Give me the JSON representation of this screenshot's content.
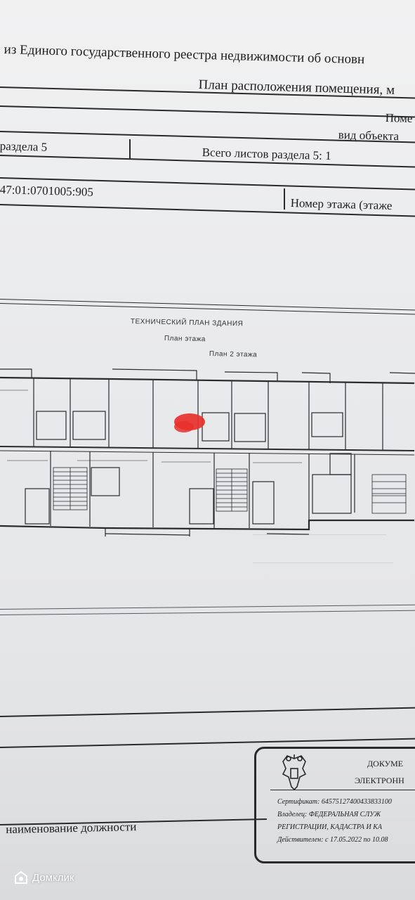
{
  "document": {
    "header_line1": "из Единого государственного реестра недвижимости об основн",
    "header_line2": "План расположения помещения, м",
    "header_cell_right1": "Поме",
    "header_cell_right2": "вид объекта",
    "section_label": "раздела 5",
    "total_sheets": "Всего листов раздела 5: 1",
    "cadastral_number": "47:01:0701005:905",
    "floor_number_label": "Номер этажа (этаже",
    "plan_title": "ТЕХНИЧЕСКИЙ ПЛАН ЗДАНИЯ",
    "plan_subtitle": "План этажа",
    "plan_floor": "План 2 этажа",
    "position_label": "наименование должности"
  },
  "stamp": {
    "line1": "ДОКУМЕ",
    "line2": "ЭЛЕКТРОНН",
    "certificate": "Сертификат: 64575127400433833100",
    "owner": "Владелец: ФЕДЕРАЛЬНАЯ СЛУЖ",
    "registry": "РЕГИСТРАЦИИ, КАДАСТРА И КА",
    "valid": "Действителен: с 17.05.2022 по 10.08"
  },
  "watermark": {
    "brand": "Домклик"
  },
  "colors": {
    "highlight": "#e8302c",
    "ink": "#2a2a2c",
    "paper": "#ecedee"
  },
  "icons": {
    "emblem": "coat-of-arms-icon",
    "brand": "domclick-logo-icon"
  }
}
